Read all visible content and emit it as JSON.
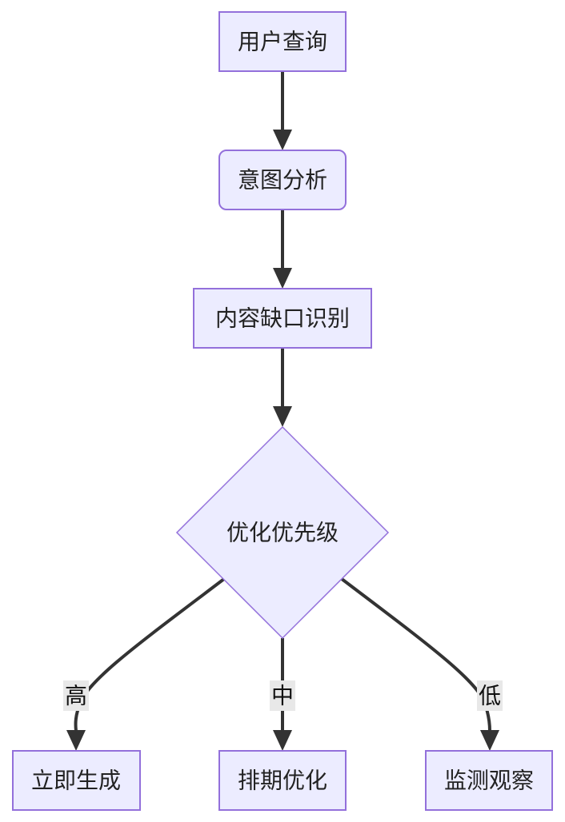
{
  "diagram": {
    "type": "flowchart",
    "direction": "top-down",
    "colors": {
      "node_fill": "#ececff",
      "node_stroke": "#9370db",
      "edge": "#333333",
      "edge_label_bg": "#e8e8e8",
      "text": "#222222"
    },
    "nodes": [
      {
        "id": "user_query",
        "label": "用户查询",
        "shape": "rect"
      },
      {
        "id": "intent_analysis",
        "label": "意图分析",
        "shape": "rounded-rect"
      },
      {
        "id": "gap_identification",
        "label": "内容缺口识别",
        "shape": "rect"
      },
      {
        "id": "priority_decision",
        "label": "优化优先级",
        "shape": "diamond"
      },
      {
        "id": "generate_now",
        "label": "立即生成",
        "shape": "rect"
      },
      {
        "id": "schedule_optimize",
        "label": "排期优化",
        "shape": "rect"
      },
      {
        "id": "monitor_observe",
        "label": "监测观察",
        "shape": "rect"
      }
    ],
    "edges": [
      {
        "from": "user_query",
        "to": "intent_analysis",
        "label": ""
      },
      {
        "from": "intent_analysis",
        "to": "gap_identification",
        "label": ""
      },
      {
        "from": "gap_identification",
        "to": "priority_decision",
        "label": ""
      },
      {
        "from": "priority_decision",
        "to": "generate_now",
        "label": "高"
      },
      {
        "from": "priority_decision",
        "to": "schedule_optimize",
        "label": "中"
      },
      {
        "from": "priority_decision",
        "to": "monitor_observe",
        "label": "低"
      }
    ]
  }
}
